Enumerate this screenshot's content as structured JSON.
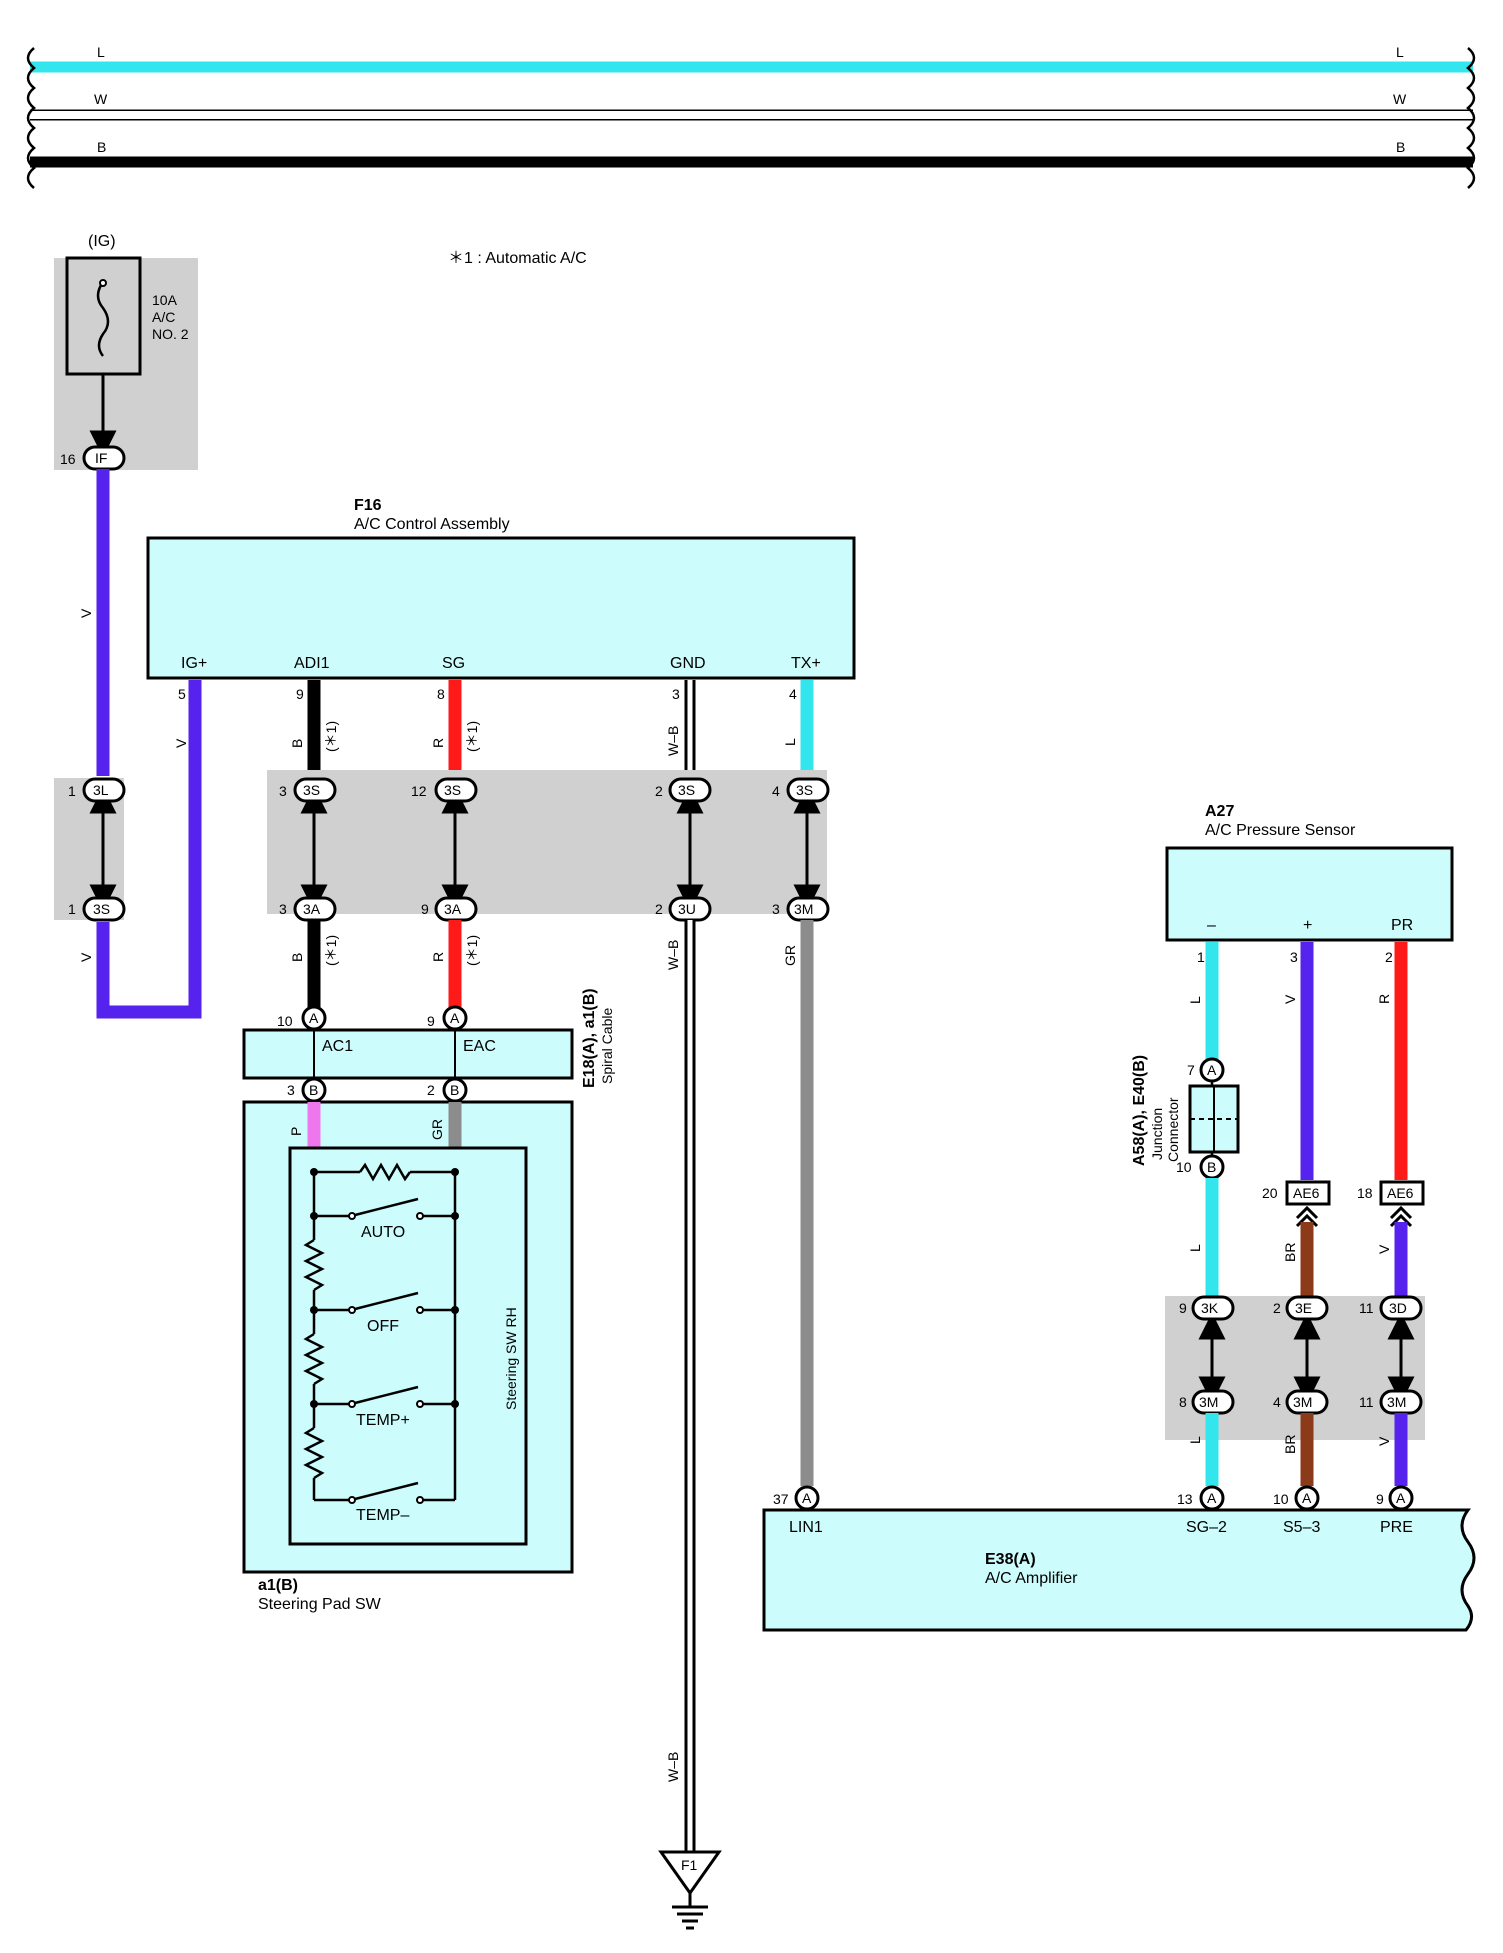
{
  "note": "＊1 : Automatic A/C",
  "colors": {
    "L": "#33e6ee",
    "W": "#ffffff",
    "B": "#000000",
    "V": "#5522ee",
    "R": "#ff1a1a",
    "P": "#ee77ee",
    "GR": "#8c8c8c",
    "BR": "#8b3a1a",
    "component_fill": "#ccfcfc",
    "connector_fill": "#d0d0d0"
  },
  "bus": {
    "left_labels": [
      "L",
      "W",
      "B"
    ],
    "right_labels": [
      "L",
      "W",
      "B"
    ]
  },
  "fuse": {
    "supply": "(IG)",
    "rating": "10A",
    "name_line1": "A/C",
    "name_line2": "NO. 2",
    "pin": "16",
    "connector": "IF"
  },
  "f16": {
    "code": "F16",
    "name": "A/C Control Assembly",
    "terminals": [
      {
        "name": "IG+",
        "pin": "5",
        "wire": "V"
      },
      {
        "name": "ADI1",
        "pin": "9",
        "wire": "B",
        "note": "(＊1)"
      },
      {
        "name": "SG",
        "pin": "8",
        "wire": "R",
        "note": "(＊1)"
      },
      {
        "name": "GND",
        "pin": "3",
        "wire": "W–B"
      },
      {
        "name": "TX+",
        "pin": "4",
        "wire": "L"
      }
    ]
  },
  "junctions": {
    "left_top": {
      "pin": "1",
      "code": "3L"
    },
    "left_bot": {
      "pin": "1",
      "code": "3S"
    },
    "left_wire_top": "V",
    "left_wire_bot": "V",
    "row1": [
      {
        "pin": "3",
        "code": "3S"
      },
      {
        "pin": "12",
        "code": "3S"
      },
      {
        "pin": "2",
        "code": "3S"
      },
      {
        "pin": "4",
        "code": "3S"
      }
    ],
    "row2": [
      {
        "pin": "3",
        "code": "3A"
      },
      {
        "pin": "9",
        "code": "3A"
      },
      {
        "pin": "2",
        "code": "3U"
      },
      {
        "pin": "3",
        "code": "3M"
      }
    ],
    "below_wires": [
      {
        "wire": "B",
        "note": "(＊1)"
      },
      {
        "wire": "R",
        "note": "(＊1)"
      },
      {
        "wire": "W–B"
      },
      {
        "wire": "GR"
      }
    ]
  },
  "spiral": {
    "code": "E18(A), a1(B)",
    "name": "Spiral Cable",
    "in_pins": [
      {
        "pin": "10",
        "conn": "A",
        "name": "AC1"
      },
      {
        "pin": "9",
        "conn": "A",
        "name": "EAC"
      }
    ],
    "out_pins": [
      {
        "pin": "3",
        "conn": "B",
        "wire": "P"
      },
      {
        "pin": "2",
        "conn": "B",
        "wire": "GR"
      }
    ]
  },
  "pad": {
    "code": "a1(B)",
    "name": "Steering Pad SW",
    "inner_label": "Steering SW RH",
    "switches": [
      "AUTO",
      "OFF",
      "TEMP+",
      "TEMP–"
    ]
  },
  "ground": {
    "wire": "W–B",
    "code": "F1"
  },
  "a27": {
    "code": "A27",
    "name": "A/C Pressure Sensor",
    "terminals": [
      {
        "name": "–",
        "pin": "1",
        "wire": "L"
      },
      {
        "name": "+",
        "pin": "3",
        "wire": "V"
      },
      {
        "name": "PR",
        "pin": "2",
        "wire": "R"
      }
    ]
  },
  "jc": {
    "code": "A58(A), E40(B)",
    "name_line1": "Junction",
    "name_line2": "Connector",
    "top_pin": "7",
    "top_conn": "A",
    "bot_pin": "10",
    "bot_conn": "B",
    "below_wire": "L"
  },
  "ae6": [
    {
      "pin": "20",
      "code": "AE6",
      "wire": "BR"
    },
    {
      "pin": "18",
      "code": "AE6",
      "wire": "V"
    }
  ],
  "right_junc": {
    "row1": [
      {
        "pin": "9",
        "code": "3K"
      },
      {
        "pin": "2",
        "code": "3E"
      },
      {
        "pin": "11",
        "code": "3D"
      }
    ],
    "row2": [
      {
        "pin": "8",
        "code": "3M"
      },
      {
        "pin": "4",
        "code": "3M"
      },
      {
        "pin": "11",
        "code": "3M"
      }
    ],
    "below_wires": [
      "L",
      "BR",
      "V"
    ]
  },
  "e38": {
    "code": "E38(A)",
    "name": "A/C Amplifier",
    "terminals": [
      {
        "name": "LIN1",
        "pin": "37",
        "conn": "A"
      },
      {
        "name": "SG–2",
        "pin": "13",
        "conn": "A"
      },
      {
        "name": "S5–3",
        "pin": "10",
        "conn": "A"
      },
      {
        "name": "PRE",
        "pin": "9",
        "conn": "A"
      }
    ]
  }
}
